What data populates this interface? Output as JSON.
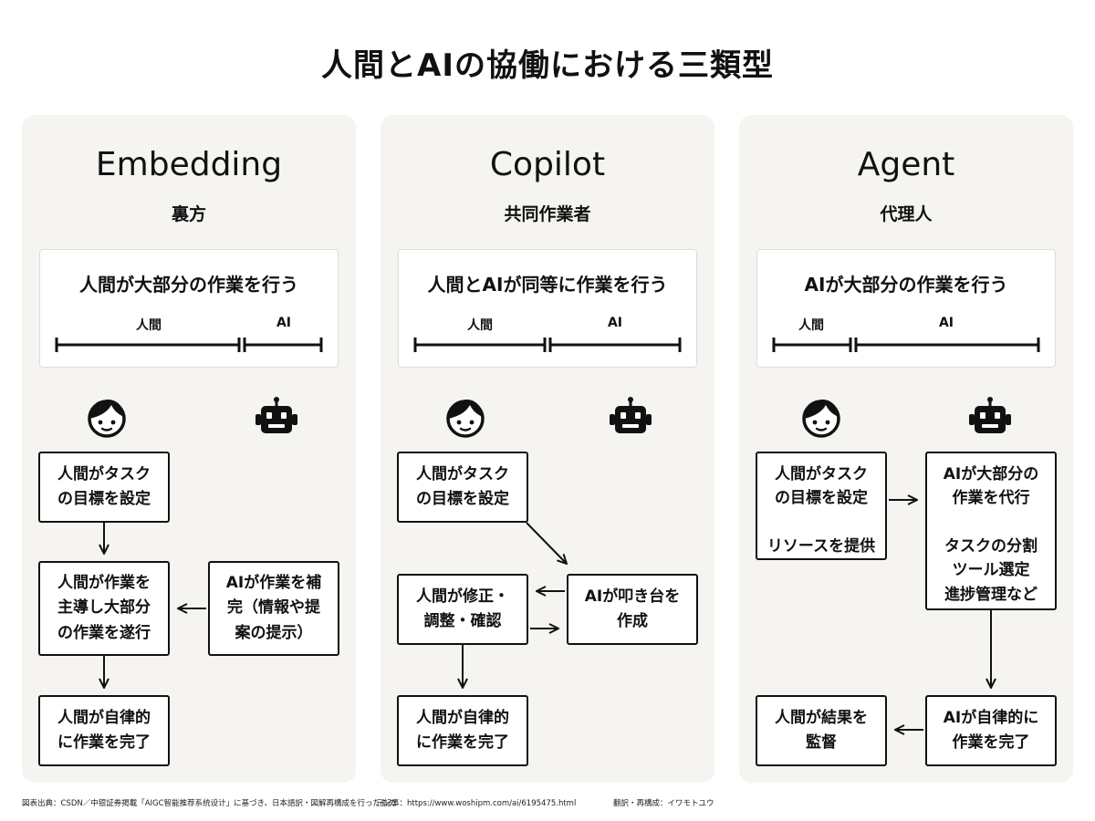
{
  "title": "人間とAIの協働における三類型",
  "columns": [
    {
      "heading": "Embedding",
      "subheading": "裏方",
      "ratio_text": "人間が大部分の作業を行う",
      "ratio": {
        "human_label": "人間",
        "ai_label": "AI",
        "human_share": 0.7
      },
      "human_icon": "person-face-icon",
      "ai_icon": "robot-face-icon",
      "boxes": {
        "goal": "人間がタスク\nの目標を設定",
        "lead": "人間が作業を\n主導し大部分\nの作業を遂行",
        "assist": "AIが作業を補\n完（情報や提\n案の提示）",
        "complete": "人間が自律的\nに作業を完了"
      }
    },
    {
      "heading": "Copilot",
      "subheading": "共同作業者",
      "ratio_text": "人間とAIが同等に作業を行う",
      "ratio": {
        "human_label": "人間",
        "ai_label": "AI",
        "human_share": 0.5
      },
      "human_icon": "person-face-icon",
      "ai_icon": "robot-face-icon",
      "boxes": {
        "goal": "人間がタスク\nの目標を設定",
        "revise": "人間が修正・\n調整・確認",
        "draft": "AIが叩き台を\n作成",
        "complete": "人間が自律的\nに作業を完了"
      }
    },
    {
      "heading": "Agent",
      "subheading": "代理人",
      "ratio_text": "AIが大部分の作業を行う",
      "ratio": {
        "human_label": "人間",
        "ai_label": "AI",
        "human_share": 0.3
      },
      "human_icon": "person-face-icon",
      "ai_icon": "robot-face-icon",
      "boxes": {
        "goal": "人間がタスク\nの目標を設定\n\nリソースを提供",
        "delegate": "AIが大部分の\n作業を代行\n\nタスクの分割\nツール選定\n進捗管理など",
        "supervise": "人間が結果を\n監督",
        "complete": "AIが自律的に\n作業を完了"
      }
    }
  ],
  "footer": {
    "source": "図表出典：CSDN／中银証券掲載「AIGC智能推荐系统设计」に基づき、日本語訳・図解再構成を行ったもの",
    "original": "元記事：https://www.woshipm.com/ai/6195475.html",
    "credit": "翻訳・再構成：イワモトユウ"
  },
  "colors": {
    "panel_bg": "#f5f4f1",
    "ink": "#111111",
    "card_border": "#dcdcdc"
  }
}
